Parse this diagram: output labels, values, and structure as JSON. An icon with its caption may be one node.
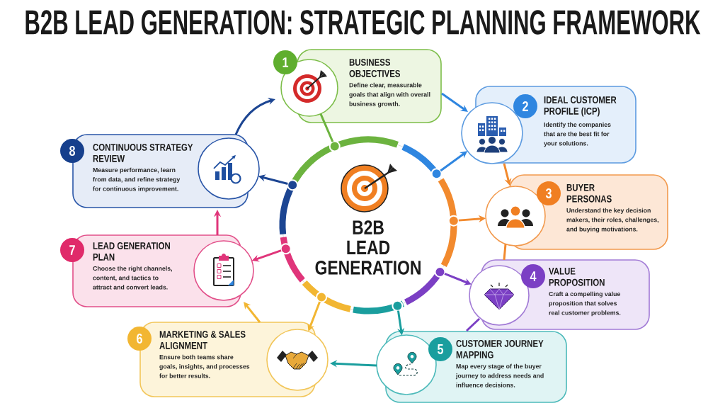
{
  "diagram": {
    "title": "B2B LEAD GENERATION: STRATEGIC PLANNING FRAMEWORK",
    "nodes": [
      {
        "text": [
          "B2B LEAD GENERATION"
        ]
      },
      {
        "text": [
          "1",
          "BUSINESS OBJECTIVES",
          "Define clear, measurable goals that align with overall business growth."
        ]
      },
      {
        "text": [
          "2",
          "IDEAL CUSTOMER PROFILE (ICP)",
          "Identify the companies that are the best fit for your solutions."
        ]
      },
      {
        "text": [
          "3",
          "BUYER PERSONAS",
          "Understand the key decision makers, their roles, challenges, and buying motivations."
        ]
      },
      {
        "text": [
          "4",
          "VALUE PROPOSITION",
          "Craft a compelling value proposition that solves real customer problems."
        ]
      },
      {
        "text": [
          "5",
          "CUSTOMER JOURNEY MAPPING",
          "Map every stage of the buyer journey to address needs and influence decisions."
        ]
      },
      {
        "text": [
          "6",
          "MARKETING & SALES ALIGNMENT",
          "Ensure both teams share goals, insights, and processes for better results."
        ]
      },
      {
        "text": [
          "7",
          "LEAD GENERATION PLAN",
          "Choose the right channels, content, and tactics to attract and convert leads."
        ]
      },
      {
        "text": [
          "8",
          "CONTINUOUS STRATEGY REVIEW",
          "Measure performance, learn from data, and refine strategy for continuous improvement."
        ]
      }
    ],
    "edges": [
      {
        "from": 0,
        "to": 1,
        "arrow": "none",
        "color": "#6cb33f"
      },
      {
        "from": 1,
        "to": 2,
        "arrow": "to",
        "color": "#2f86e0"
      },
      {
        "from": 0,
        "to": 2,
        "arrow": "to",
        "color": "#2f86e0"
      },
      {
        "from": 2,
        "to": 3,
        "arrow": "to",
        "color": "#f28a2e"
      },
      {
        "from": 0,
        "to": 3,
        "arrow": "to",
        "color": "#f28a2e"
      },
      {
        "from": 3,
        "to": 4,
        "arrow": "none",
        "color": "#f28a2e"
      },
      {
        "from": 0,
        "to": 4,
        "arrow": "to",
        "color": "#7b3fc4"
      },
      {
        "from": 4,
        "to": 5,
        "arrow": "none",
        "color": "#7b3fc4"
      },
      {
        "from": 0,
        "to": 5,
        "arrow": "to",
        "color": "#1a9e9e"
      },
      {
        "from": 5,
        "to": 6,
        "arrow": "to",
        "color": "#1a9e9e"
      },
      {
        "from": 0,
        "to": 6,
        "arrow": "to",
        "color": "#f2b632"
      },
      {
        "from": 6,
        "to": 7,
        "arrow": "to",
        "color": "#f2b632"
      },
      {
        "from": 0,
        "to": 7,
        "arrow": "to",
        "color": "#e0357a"
      },
      {
        "from": 7,
        "to": 8,
        "arrow": "to",
        "color": "#e0357a"
      },
      {
        "from": 0,
        "to": 8,
        "arrow": "to",
        "color": "#1c4592"
      },
      {
        "from": 8,
        "to": 1,
        "arrow": "to",
        "color": "#1c4592"
      }
    ]
  }
}
